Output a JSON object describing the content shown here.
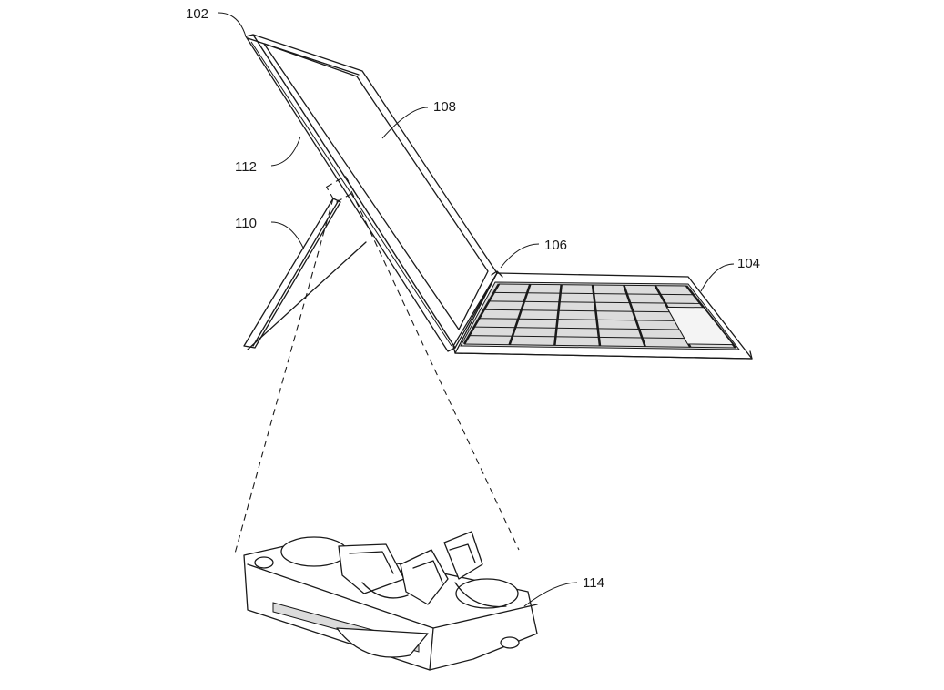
{
  "figure": {
    "labels": {
      "device": "102",
      "keyboard": "104",
      "hinge": "106",
      "display": "108",
      "kickstand": "110",
      "housing_edge": "112",
      "hinge_mechanism": "114"
    }
  }
}
